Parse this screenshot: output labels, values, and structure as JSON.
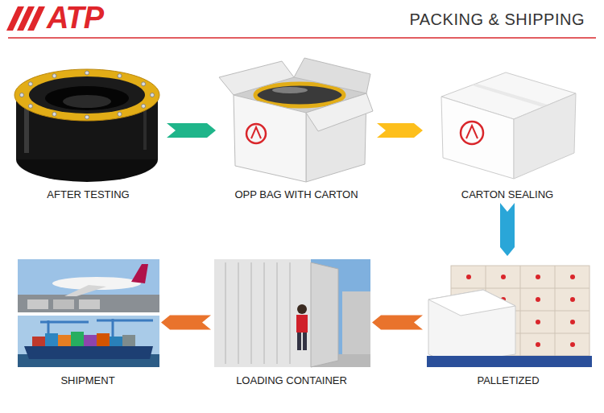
{
  "diagram": {
    "title": "PACKING & SHIPPING",
    "nodes": [
      {
        "text": [
          "AFTER TESTING"
        ]
      },
      {
        "text": [
          "OPP BAG WITH CARTON"
        ]
      },
      {
        "text": [
          "CARTON SEALING"
        ]
      },
      {
        "text": [
          "SHIPMENT"
        ]
      },
      {
        "text": [
          "LOADING CONTAINER"
        ]
      },
      {
        "text": [
          "PALLETIZED"
        ]
      }
    ],
    "edges": [
      {
        "from": 0,
        "to": 1,
        "arrow": "to"
      },
      {
        "from": 1,
        "to": 2,
        "arrow": "to"
      },
      {
        "from": 2,
        "to": 5,
        "arrow": "to"
      },
      {
        "from": 5,
        "to": 4,
        "arrow": "to"
      },
      {
        "from": 4,
        "to": 3,
        "arrow": "to"
      }
    ],
    "labels": [
      "ATP"
    ]
  }
}
